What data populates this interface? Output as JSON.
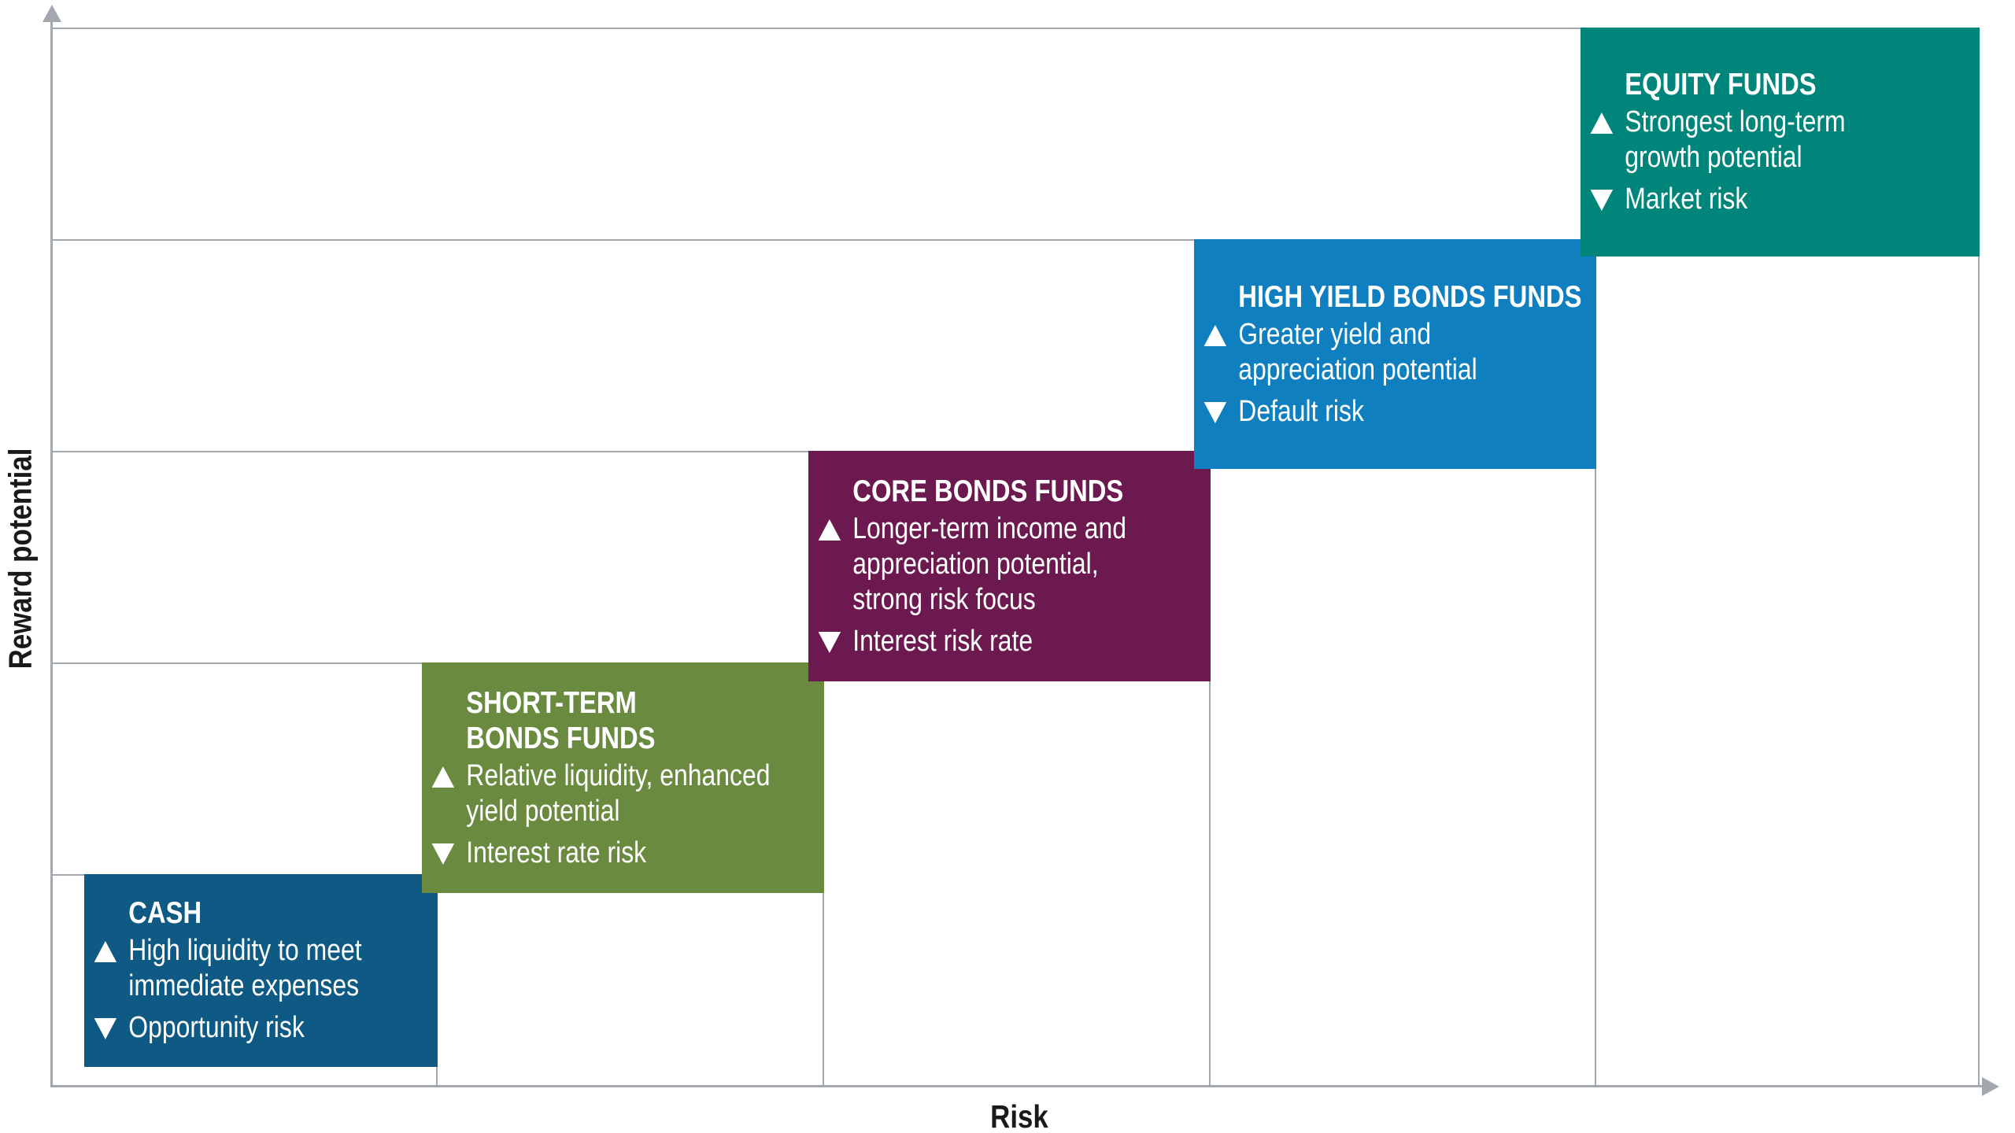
{
  "chart": {
    "x_axis_label": "Risk",
    "y_axis_label": "Reward potential",
    "grid_color": "#A3A8AF",
    "label_color": "#1A1A1A",
    "text_color": "#FFFFFF",
    "boxes": [
      {
        "id": "cash",
        "title": "CASH",
        "color": "#0E5A84",
        "bullets": [
          {
            "icon": "up-triangle-icon",
            "direction": "up",
            "text": "High liquidity to meet\nimmediate expenses"
          },
          {
            "icon": "down-triangle-icon",
            "direction": "down",
            "text": "Opportunity risk"
          }
        ]
      },
      {
        "id": "short-term-bonds-funds",
        "title": "SHORT-TERM\nBONDS FUNDS",
        "color": "#6A8A3F",
        "bullets": [
          {
            "icon": "up-triangle-icon",
            "direction": "up",
            "text": "Relative liquidity, enhanced\nyield potential"
          },
          {
            "icon": "down-triangle-icon",
            "direction": "down",
            "text": "Interest rate risk"
          }
        ]
      },
      {
        "id": "core-bonds-funds",
        "title": "CORE BONDS FUNDS",
        "color": "#6C1950",
        "bullets": [
          {
            "icon": "up-triangle-icon",
            "direction": "up",
            "text": "Longer-term income and\nappreciation potential,\nstrong risk focus"
          },
          {
            "icon": "down-triangle-icon",
            "direction": "down",
            "text": "Interest risk rate"
          }
        ]
      },
      {
        "id": "high-yield-bonds-funds",
        "title": "HIGH YIELD BONDS FUNDS",
        "color": "#107FBF",
        "bullets": [
          {
            "icon": "up-triangle-icon",
            "direction": "up",
            "text": "Greater yield and\nappreciation potential"
          },
          {
            "icon": "down-triangle-icon",
            "direction": "down",
            "text": "Default risk"
          }
        ]
      },
      {
        "id": "equity-funds",
        "title": "EQUITY FUNDS",
        "color": "#00857A",
        "bullets": [
          {
            "icon": "up-triangle-icon",
            "direction": "up",
            "text": "Strongest long-term\ngrowth potential"
          },
          {
            "icon": "down-triangle-icon",
            "direction": "down",
            "text": "Market risk"
          }
        ]
      }
    ]
  }
}
